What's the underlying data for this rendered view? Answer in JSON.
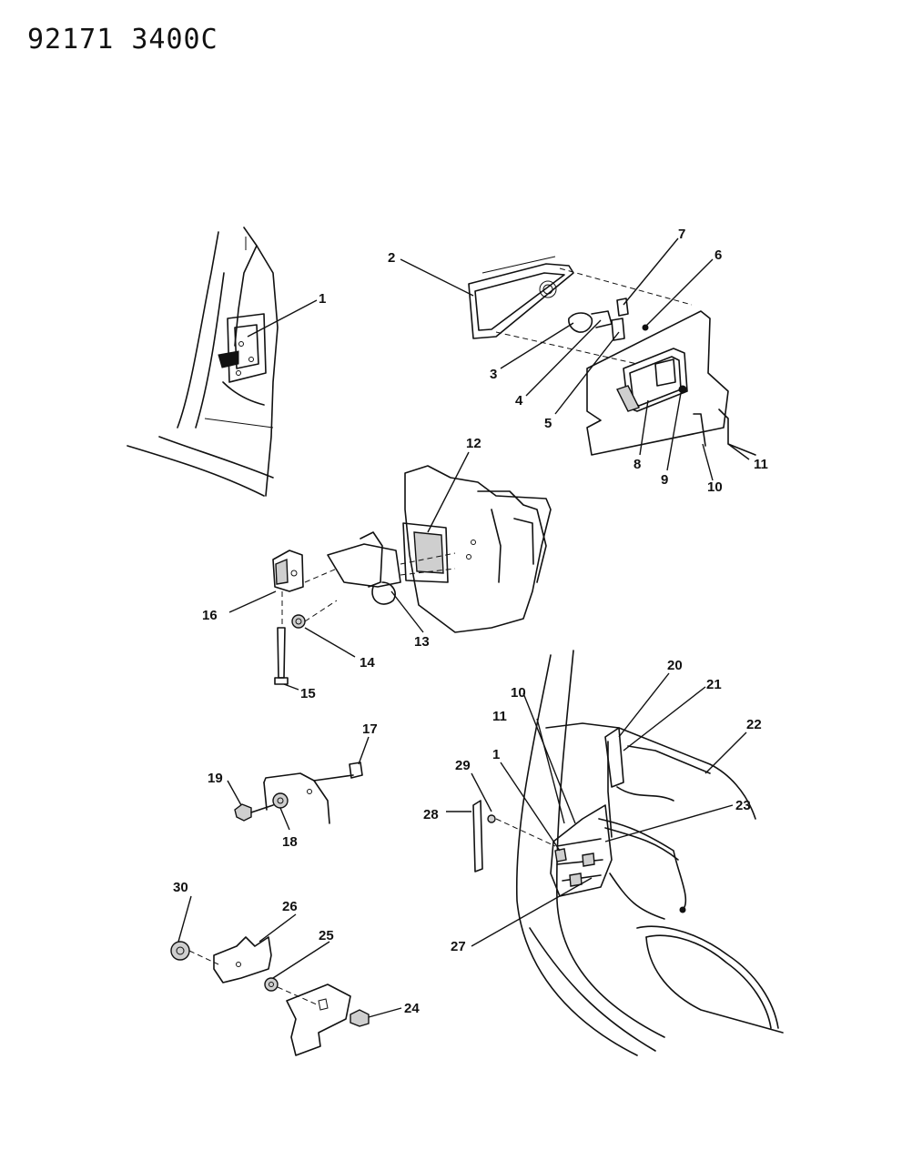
{
  "header": {
    "doc_id": "92171  3400C"
  },
  "callouts": [
    {
      "key": "c1",
      "text": "1"
    },
    {
      "key": "c2",
      "text": "2"
    },
    {
      "key": "c3",
      "text": "3"
    },
    {
      "key": "c4",
      "text": "4"
    },
    {
      "key": "c5",
      "text": "5"
    },
    {
      "key": "c6",
      "text": "6"
    },
    {
      "key": "c7",
      "text": "7"
    },
    {
      "key": "c8",
      "text": "8"
    },
    {
      "key": "c9",
      "text": "9"
    },
    {
      "key": "c10",
      "text": "10"
    },
    {
      "key": "c11",
      "text": "11"
    },
    {
      "key": "c12",
      "text": "12"
    },
    {
      "key": "c13",
      "text": "13"
    },
    {
      "key": "c14",
      "text": "14"
    },
    {
      "key": "c15",
      "text": "15"
    },
    {
      "key": "c16",
      "text": "16"
    },
    {
      "key": "c17",
      "text": "17"
    },
    {
      "key": "c18",
      "text": "18"
    },
    {
      "key": "c19",
      "text": "19"
    },
    {
      "key": "c20",
      "text": "20"
    },
    {
      "key": "c21",
      "text": "21"
    },
    {
      "key": "c22",
      "text": "22"
    },
    {
      "key": "c23",
      "text": "23"
    },
    {
      "key": "c24",
      "text": "24"
    },
    {
      "key": "c25",
      "text": "25"
    },
    {
      "key": "c26",
      "text": "26"
    },
    {
      "key": "c27",
      "text": "27"
    },
    {
      "key": "c28",
      "text": "28"
    },
    {
      "key": "c29",
      "text": "29"
    },
    {
      "key": "c30",
      "text": "30"
    },
    {
      "key": "c1b",
      "text": "1"
    },
    {
      "key": "c10b",
      "text": "10"
    },
    {
      "key": "c11b",
      "text": "11"
    }
  ]
}
